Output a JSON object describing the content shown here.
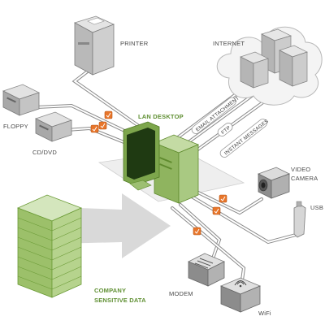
{
  "devices": {
    "printer": "PRINTER",
    "internet": "INTERNET",
    "floppy": "FLOPPY",
    "cd_dvd": "CD/DVD",
    "lan_desktop": "LAN DESKTOP",
    "video_camera_line1": "VIDEO",
    "video_camera_line2": "CAMERA",
    "usb": "USB",
    "modem": "MODEM",
    "wifi": "WiFi",
    "company_data_line1": "COMPANY",
    "company_data_line2": "SENSITIVE DATA"
  },
  "connections": {
    "email": "EMAIL ATTACHMENT",
    "ftp": "FTP",
    "im": "INSTANT MESSAGES"
  },
  "colors": {
    "accent_green": "#6a9a35",
    "lock_orange": "#e8762b",
    "device_gray": "#7a7a7a",
    "wire_gray": "#8a8a8a"
  }
}
